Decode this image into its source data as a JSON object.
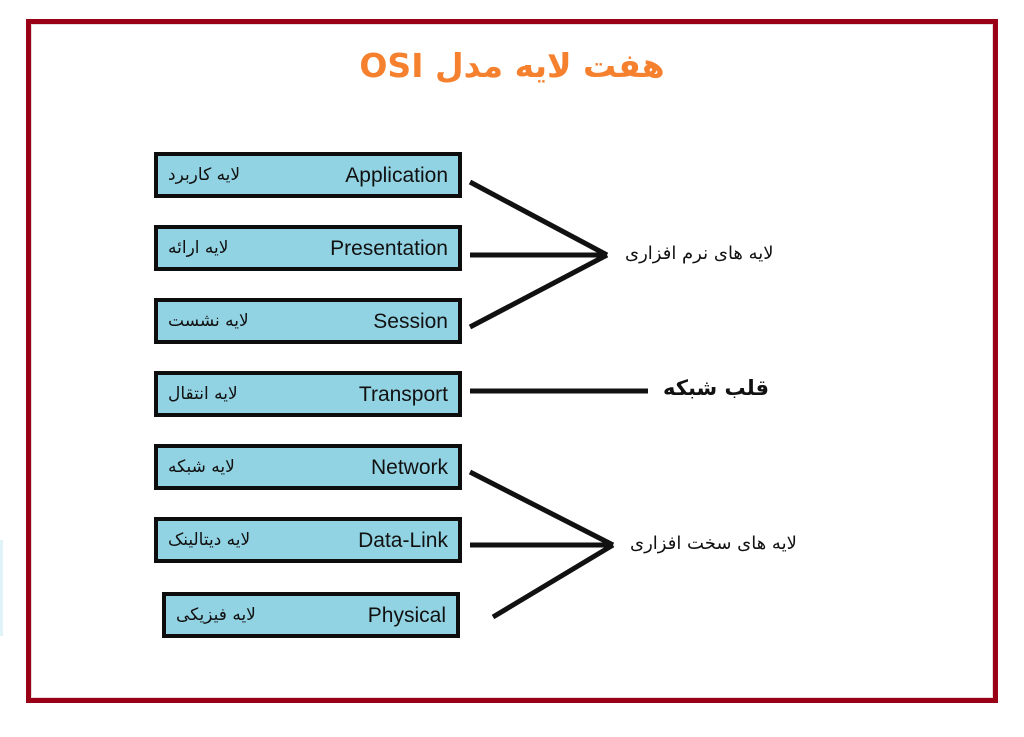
{
  "page": {
    "title": "هفت لایه مدل OSI",
    "title_color": "#F5812F",
    "frame_color": "#990017",
    "box_fill": "#92D3E3",
    "box_border": "#0d0d0d"
  },
  "layers": [
    {
      "en": "Application",
      "fa": "لایه کاربرد",
      "name": "layer-application"
    },
    {
      "en": "Presentation",
      "fa": "لایه ارائه",
      "name": "layer-presentation"
    },
    {
      "en": "Session",
      "fa": "لایه نشست",
      "name": "layer-session"
    },
    {
      "en": "Transport",
      "fa": "لایه انتقال",
      "name": "layer-transport"
    },
    {
      "en": "Network",
      "fa": "لایه شبکه",
      "name": "layer-network"
    },
    {
      "en": "Data-Link",
      "fa": "لایه دیتالینک",
      "name": "layer-data-link"
    },
    {
      "en": "Physical",
      "fa": "لایه فیزیکی",
      "name": "layer-physical"
    }
  ],
  "groups": {
    "software": "لایه های نرم افزاری",
    "core": "قلب شبکه",
    "hardware": "لایه های سخت افزاری"
  }
}
